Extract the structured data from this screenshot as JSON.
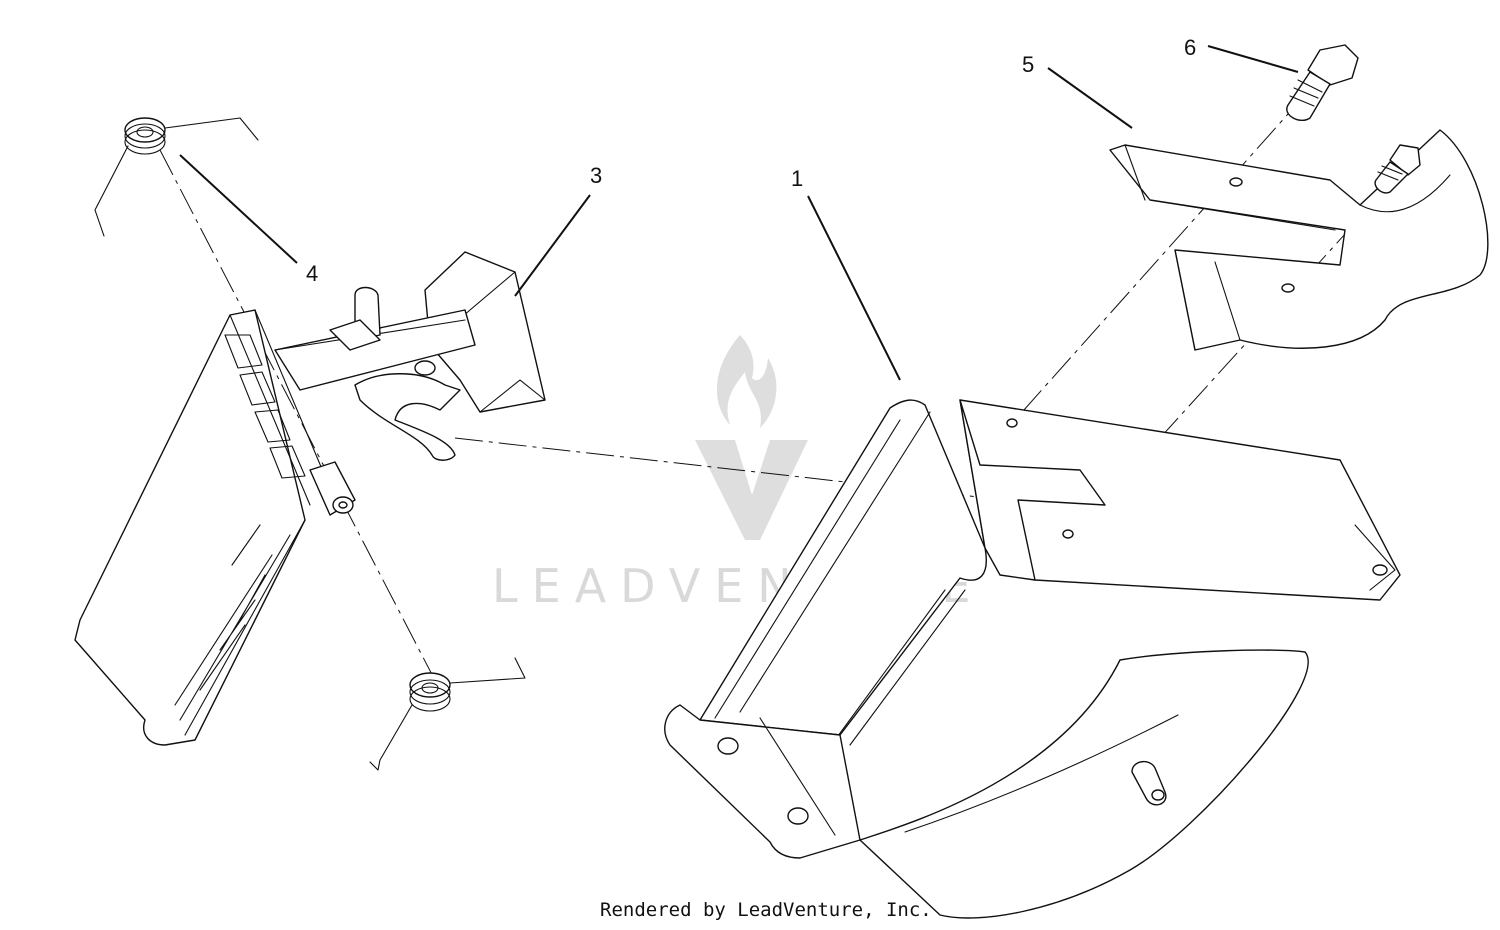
{
  "callouts": [
    {
      "id": "1",
      "label": "1"
    },
    {
      "id": "3",
      "label": "3"
    },
    {
      "id": "4",
      "label": "4"
    },
    {
      "id": "5",
      "label": "5"
    },
    {
      "id": "6",
      "label": "6"
    }
  ],
  "watermark": {
    "text": "LEADVENTURE"
  },
  "footer": {
    "credit": "Rendered by LeadVenture, Inc."
  },
  "colors": {
    "line": "#111111",
    "watermark": "#d9d9d9",
    "background": "#ffffff"
  }
}
